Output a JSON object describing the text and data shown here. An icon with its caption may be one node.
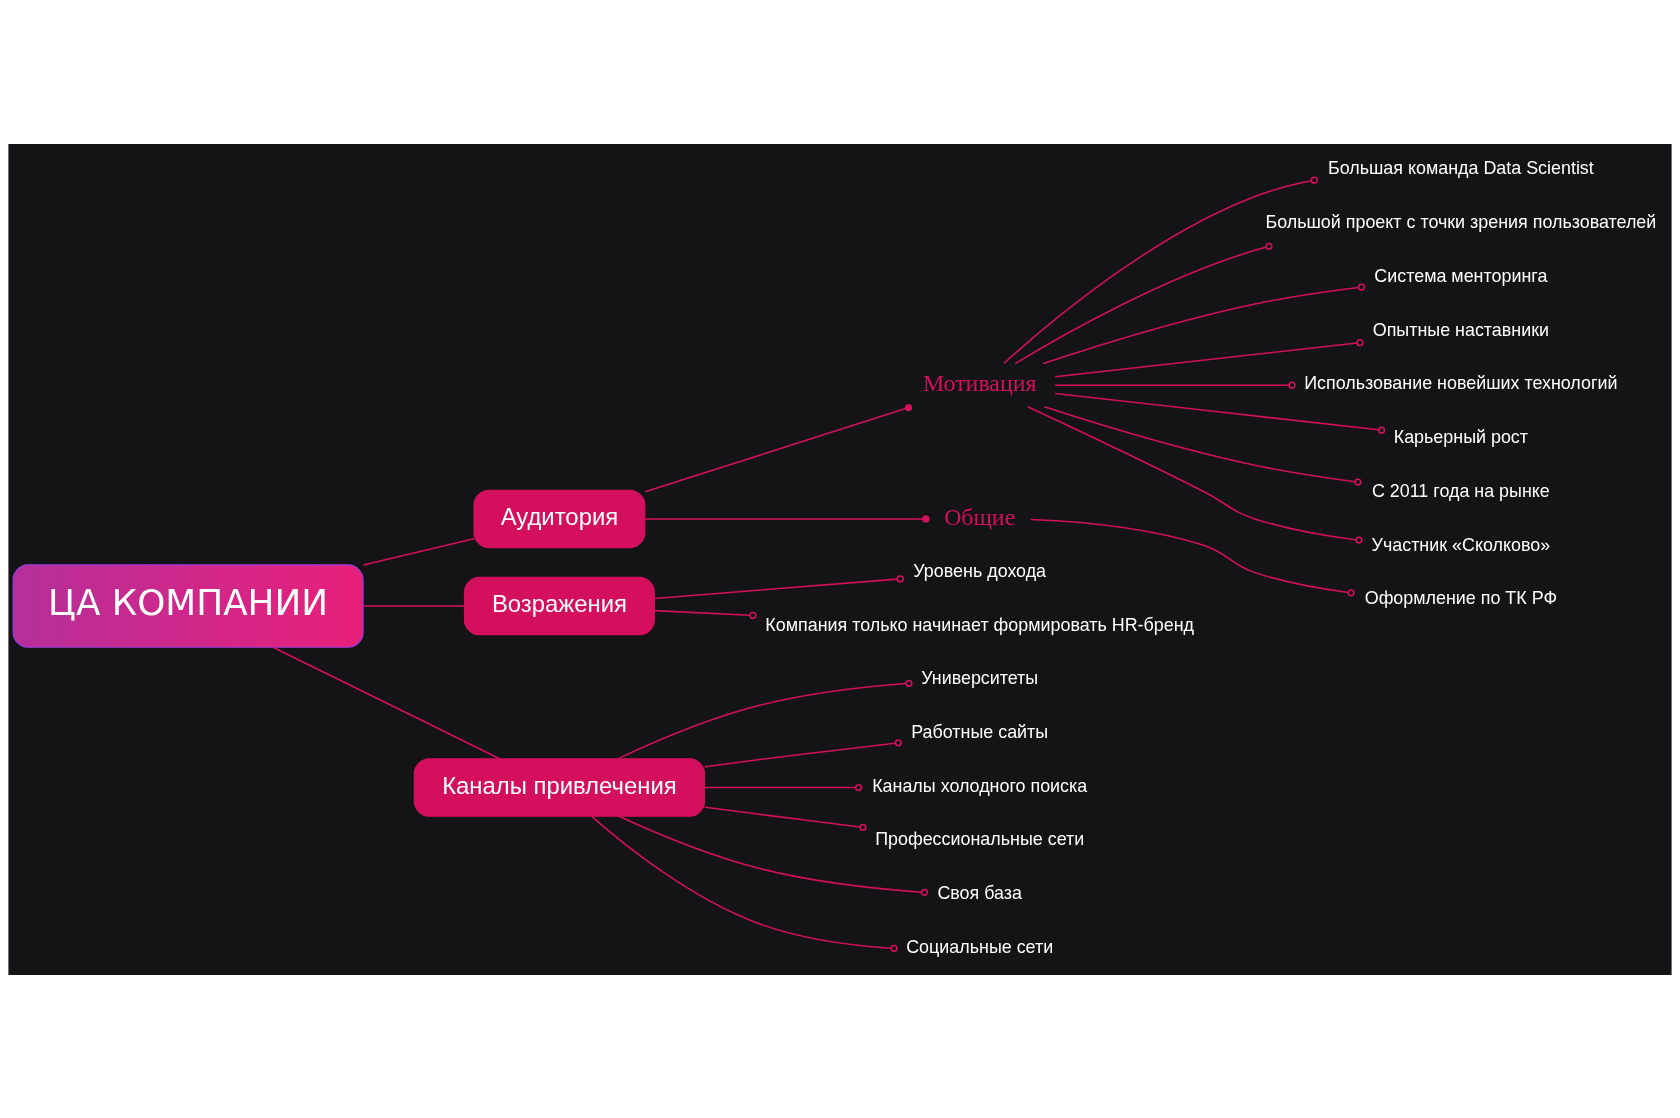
{
  "diagram": {
    "nodes": [
      {
        "text": [
          "ЦА КОМПАНИИ"
        ]
      },
      {
        "text": [
          "Аудитория"
        ]
      },
      {
        "text": [
          "Возражения"
        ]
      },
      {
        "text": [
          "Каналы привлечения"
        ]
      },
      {
        "text": [
          "Мотивация"
        ]
      },
      {
        "text": [
          "Общие"
        ]
      },
      {
        "text": [
          "Большая команда Data Scientist"
        ]
      },
      {
        "text": [
          "Большой проект с точки зрения пользователей"
        ]
      },
      {
        "text": [
          "Система менторинга"
        ]
      },
      {
        "text": [
          "Опытные наставники"
        ]
      },
      {
        "text": [
          "Использование новейших технологий"
        ]
      },
      {
        "text": [
          "Карьерный рост"
        ]
      },
      {
        "text": [
          "С 2011 года на рынке"
        ]
      },
      {
        "text": [
          "Участник «Сколково»"
        ]
      },
      {
        "text": [
          "Оформление по ТК РФ"
        ]
      },
      {
        "text": [
          "Уровень дохода"
        ]
      },
      {
        "text": [
          "Компания только начинает формировать HR-бренд"
        ]
      },
      {
        "text": [
          "Университеты"
        ]
      },
      {
        "text": [
          "Работные сайты"
        ]
      },
      {
        "text": [
          "Каналы холодного поиска"
        ]
      },
      {
        "text": [
          "Профессиональные сети"
        ]
      },
      {
        "text": [
          "Своя база"
        ]
      },
      {
        "text": [
          "Социальные сети"
        ]
      }
    ],
    "edges": [
      {
        "from": 0,
        "to": 1,
        "arrow": "none"
      },
      {
        "from": 0,
        "to": 2,
        "arrow": "none"
      },
      {
        "from": 0,
        "to": 3,
        "arrow": "none"
      },
      {
        "from": 1,
        "to": 4,
        "arrow": "other"
      },
      {
        "from": 1,
        "to": 5,
        "arrow": "other"
      },
      {
        "from": 4,
        "to": 6,
        "arrow": "other"
      },
      {
        "from": 4,
        "to": 7,
        "arrow": "other"
      },
      {
        "from": 4,
        "to": 8,
        "arrow": "other"
      },
      {
        "from": 4,
        "to": 9,
        "arrow": "other"
      },
      {
        "from": 4,
        "to": 10,
        "arrow": "other"
      },
      {
        "from": 4,
        "to": 11,
        "arrow": "other"
      },
      {
        "from": 4,
        "to": 12,
        "arrow": "other"
      },
      {
        "from": 4,
        "to": 13,
        "arrow": "other"
      },
      {
        "from": 5,
        "to": 14,
        "arrow": "other"
      },
      {
        "from": 2,
        "to": 15,
        "arrow": "other"
      },
      {
        "from": 2,
        "to": 16,
        "arrow": "other"
      },
      {
        "from": 3,
        "to": 17,
        "arrow": "other"
      },
      {
        "from": 3,
        "to": 18,
        "arrow": "other"
      },
      {
        "from": 3,
        "to": 19,
        "arrow": "other"
      },
      {
        "from": 3,
        "to": 20,
        "arrow": "other"
      },
      {
        "from": 3,
        "to": 21,
        "arrow": "other"
      },
      {
        "from": 3,
        "to": 22,
        "arrow": "other"
      }
    ]
  }
}
